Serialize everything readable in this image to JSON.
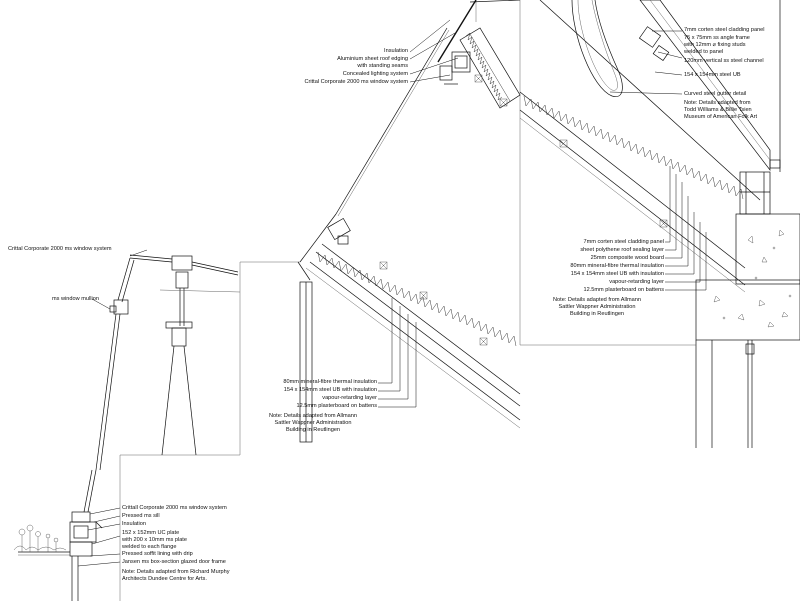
{
  "drawing": {
    "detail_top_window": {
      "labels": [
        "Insulation",
        "Aluminium sheet roof edging",
        "with standing seams",
        "Concealed lighting system",
        "Crittal Corporate 2000 ms window system"
      ]
    },
    "detail_gutter": {
      "labels": [
        "7mm corten steel cladding panel",
        "75 x 75mm ss angle frame",
        "with 12mm ⌀ fixing studs",
        "welded to panel",
        "120mm vertical ss steel channel",
        "154 x 154mm steel UB",
        "Curved steel gutter detail",
        "Note: Details adapted from",
        "Todd Williams & Billie Tsien",
        "Museum of American Folk Art"
      ]
    },
    "detail_eaves": {
      "labels": [
        "7mm corten steel cladding panel",
        "sheet polythene roof sealing layer",
        "25mm composite wood board",
        "80mm mineral-fibre thermal insulation",
        "154 x 154mm steel UB with insulation",
        "vapour-retarding layer",
        "12.5mm plasterboard on battens",
        "Note: Details adapted from Allmann",
        "Sattler Wappner Administration",
        "Building in Reutlingen"
      ]
    },
    "detail_mullion": {
      "window_label": "Crittal Corporate 2000 ms window system",
      "mullion_label": "ms window mullion"
    },
    "detail_roof_slope": {
      "labels": [
        "80mm mineral-fibre thermal insulation",
        "154 x 154mm steel UB with insulation",
        "vapour-retarding layer",
        "12.5mm plasterboard on battens",
        "Note: Details adapted from Allmann",
        "Sattler Wappner Administration",
        "Building in Reutlingen"
      ]
    },
    "detail_sill": {
      "labels": [
        "Crittall Corporate 2000 ms window system",
        "Pressed ms sill",
        "Insulation",
        "152 x 152mm UC plate",
        "with 200 x 10mm ms plate",
        "welded to each flange",
        "Pressed soffit lining with drip",
        "Jansen ms box-section glazed door frame",
        "Note: Details adapted from Richard Murphy",
        "Architects Dundee Centre for Arts."
      ]
    }
  }
}
